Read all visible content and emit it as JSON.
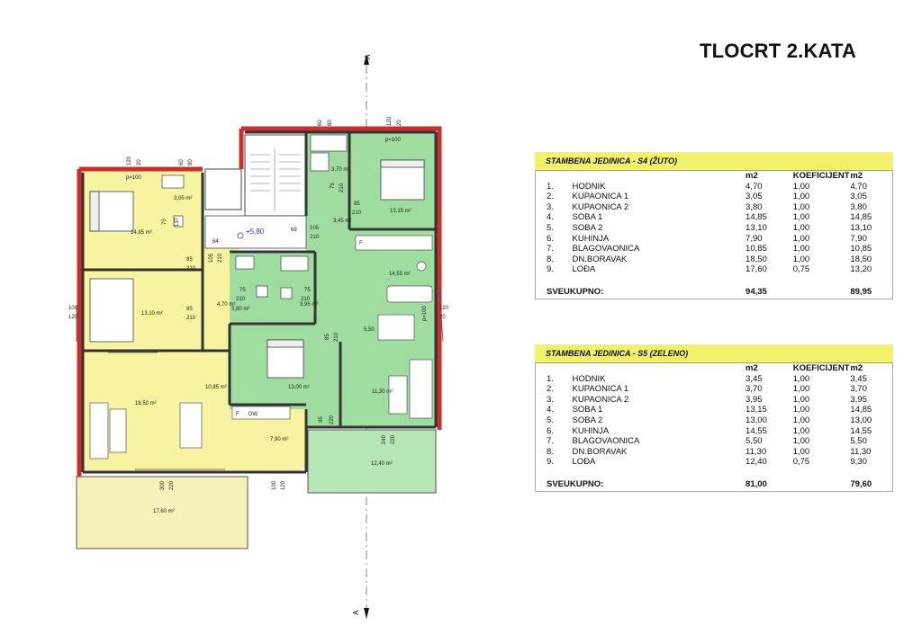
{
  "title": "TLOCRT 2.KATA",
  "units": {
    "s4": {
      "name": "STAMBENA JEDINICA - S4 (ŽUTO)",
      "col_m2": "m2",
      "col_koef": "KOEFICIJENT",
      "col_m2b": "m2",
      "rows": [
        {
          "no": "1.",
          "name": "HODNIK",
          "m2": "4,70",
          "k": "1,00",
          "v": "4,70"
        },
        {
          "no": "2.",
          "name": "KUPAONICA 1",
          "m2": "3,05",
          "k": "1,00",
          "v": "3,05"
        },
        {
          "no": "3.",
          "name": "KUPAONICA 2",
          "m2": "3,80",
          "k": "1,00",
          "v": "3,80"
        },
        {
          "no": "4.",
          "name": "SOBA 1",
          "m2": "14,85",
          "k": "1,00",
          "v": "14,85"
        },
        {
          "no": "5.",
          "name": "SOBA 2",
          "m2": "13,10",
          "k": "1,00",
          "v": "13,10"
        },
        {
          "no": "6.",
          "name": "KUHINJA",
          "m2": "7,90",
          "k": "1,00",
          "v": "7,90"
        },
        {
          "no": "7.",
          "name": "BLAGOVAONICA",
          "m2": "10,85",
          "k": "1,00",
          "v": "10,85"
        },
        {
          "no": "8.",
          "name": "DN.BORAVAK",
          "m2": "18,50",
          "k": "1,00",
          "v": "18,50"
        },
        {
          "no": "9.",
          "name": "LOĐA",
          "m2": "17,60",
          "k": "0,75",
          "v": "13,20"
        }
      ],
      "total_label": "SVEUKUPNO:",
      "total_m2": "94,35",
      "total_v": "89,95"
    },
    "s5": {
      "name": "STAMBENA JEDINICA - S5 (ZELENO)",
      "col_m2": "m2",
      "col_koef": "KOEFICIJENT",
      "col_m2b": "m2",
      "rows": [
        {
          "no": "1.",
          "name": "HODNIK",
          "m2": "3,45",
          "k": "1,00",
          "v": "3,45"
        },
        {
          "no": "2.",
          "name": "KUPAONICA 1",
          "m2": "3,70",
          "k": "1,00",
          "v": "3,70"
        },
        {
          "no": "3.",
          "name": "KUPAONICA 2",
          "m2": "3,95",
          "k": "1,00",
          "v": "3,95"
        },
        {
          "no": "4.",
          "name": "SOBA 1",
          "m2": "13,15",
          "k": "1,00",
          "v": "14,85"
        },
        {
          "no": "5.",
          "name": "SOBA 2",
          "m2": "13,00",
          "k": "1,00",
          "v": "13,00"
        },
        {
          "no": "6.",
          "name": "KUHINJA",
          "m2": "14,55",
          "k": "1,00",
          "v": "14,55"
        },
        {
          "no": "7.",
          "name": "BLAGOVAONICA",
          "m2": "5,50",
          "k": "1,00",
          "v": "5,50"
        },
        {
          "no": "8.",
          "name": "DN.BORAVAK",
          "m2": "11,30",
          "k": "1,00",
          "v": "11,30"
        },
        {
          "no": "9.",
          "name": "LOĐA",
          "m2": "12,40",
          "k": "0,75",
          "v": "9,30"
        }
      ],
      "total_label": "SVEUKUPNO:",
      "total_m2": "81,00",
      "total_v": "79,60"
    }
  },
  "plan": {
    "colors": {
      "yellow": "#f7f3a1",
      "green": "#9fdc9f",
      "wall": "#444444",
      "outer": "#c9302c"
    },
    "section_mark": "A",
    "level": "+5,80",
    "area_labels": {
      "y_soba1": "14,85 m²",
      "y_soba2": "13,10 m²",
      "y_kup1": "3,05 m²",
      "y_kup2": "3,80 m²",
      "y_hod": "4,70 m²",
      "y_blag": "10,85 m²",
      "y_bor": "18,50 m²",
      "y_kuh": "7,90 m²",
      "y_loda": "17,60 m²",
      "g_kup1": "3,70 m²",
      "g_hod": "3,45 m²",
      "g_soba1": "13,15 m²",
      "g_kuh": "14,55 m²",
      "g_kup2": "3,95 m²",
      "g_blag": "5,50",
      "g_soba2": "13,00 m²",
      "g_bor": "11,30 m²",
      "g_loda": "12,40 m²"
    },
    "dims": {
      "p100a": "p=100",
      "p100b": "p=100",
      "p100c": "p=100",
      "d120": "120",
      "d20": "20",
      "d60": "60",
      "d80": "80",
      "d100": "100",
      "d75": "75",
      "d85": "85",
      "d210": "210",
      "d105": "105",
      "d95": "95",
      "d220": "220",
      "d240": "240",
      "d300": "300",
      "d64": "64",
      "d69": "69",
      "d137": "137"
    },
    "fixtures": {
      "f": "F",
      "dw": "DW"
    }
  }
}
